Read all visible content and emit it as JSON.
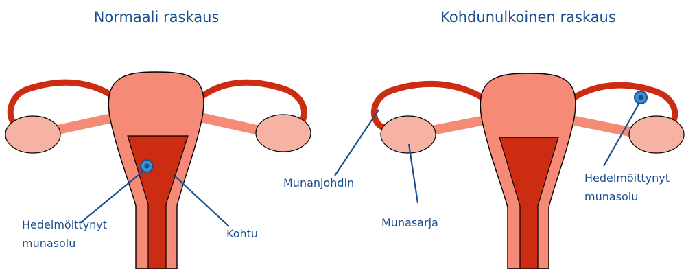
{
  "titles": {
    "left": "Normaali raskaus",
    "right": "Kohdunulkoinen raskaus"
  },
  "labels": {
    "left_egg_line1": "Hedelmöittynyt",
    "left_egg_line2": "munasolu",
    "kohtu": "Kohtu",
    "munanjohdin": "Munanjohdin",
    "munasarja": "Munasarja",
    "right_egg_line1": "Hedelmöittynyt",
    "right_egg_line2": "munasolu"
  },
  "colors": {
    "uterus": "#f58b76",
    "tube": "#cc2d12",
    "ovary": "#f6b3a4",
    "cavity": "#cc2d12",
    "egg": "#3a8fd6",
    "leader": "#1a4f8f"
  }
}
